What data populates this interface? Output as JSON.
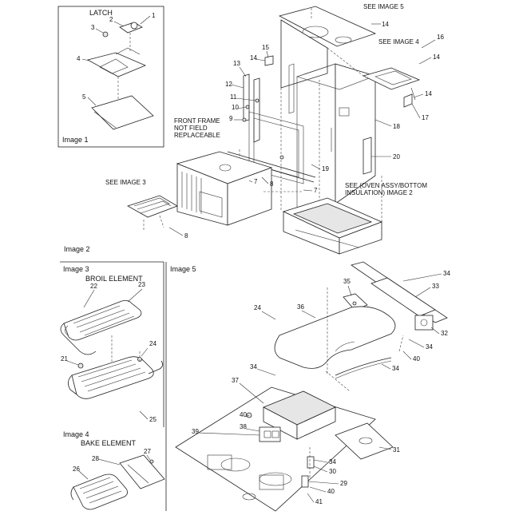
{
  "panels": {
    "image1": {
      "title": "LATCH",
      "caption": "Image 1"
    },
    "image2": {
      "caption": "Image 2"
    },
    "image3": {
      "caption": "Image 3",
      "title": "BROIL ELEMENT"
    },
    "image4": {
      "caption": "Image 4",
      "title": "BAKE ELEMENT"
    },
    "image5": {
      "caption": "Image 5"
    }
  },
  "notes": {
    "see_image5": "SEE IMAGE 5",
    "see_image4": "SEE IMAGE 4",
    "see_image3": "SEE IMAGE 3",
    "front_frame_1": "FRONT FRAME",
    "front_frame_2": "NOT FIELD",
    "front_frame_3": "REPLACEABLE",
    "oven_assy_1": "SEE (OVEN ASSY/BOTTOM",
    "oven_assy_2": "INSULATION) IMAGE 2"
  },
  "callouts": {
    "c1": "1",
    "c2": "2",
    "c3": "3",
    "c4": "4",
    "c5": "5",
    "m14a": "14",
    "m16": "16",
    "m14b": "14",
    "m14c": "14",
    "m13": "13",
    "m15": "15",
    "m14d": "14",
    "m12": "12",
    "m11": "11",
    "m10": "10",
    "m9": "9",
    "m18": "18",
    "m17": "17",
    "m20": "20",
    "m19": "19",
    "m7": "7",
    "m8a": "8",
    "m8b": "8",
    "m7b": "7",
    "b22": "22",
    "b23": "23",
    "b21": "21",
    "b24": "24",
    "b25": "25",
    "k28": "28",
    "k27": "27",
    "k26": "26",
    "i34a": "34",
    "i35": "35",
    "i33": "33",
    "i24": "24",
    "i36": "36",
    "i32": "32",
    "i34b": "34",
    "i40a": "40",
    "i34c": "34",
    "i34d": "34",
    "i37": "37",
    "i40b": "40",
    "i38": "38",
    "i39": "39",
    "i31": "31",
    "i34e": "34",
    "i30": "30",
    "i29": "29",
    "i40c": "40",
    "i41": "41"
  }
}
